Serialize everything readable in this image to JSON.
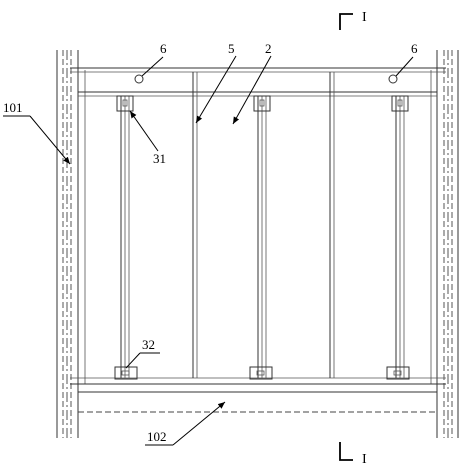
{
  "section_mark": "I",
  "labels": {
    "l101": "101",
    "l102": "102",
    "l2": "2",
    "l5": "5",
    "l6a": "6",
    "l6b": "6",
    "l31": "31",
    "l32": "32"
  }
}
